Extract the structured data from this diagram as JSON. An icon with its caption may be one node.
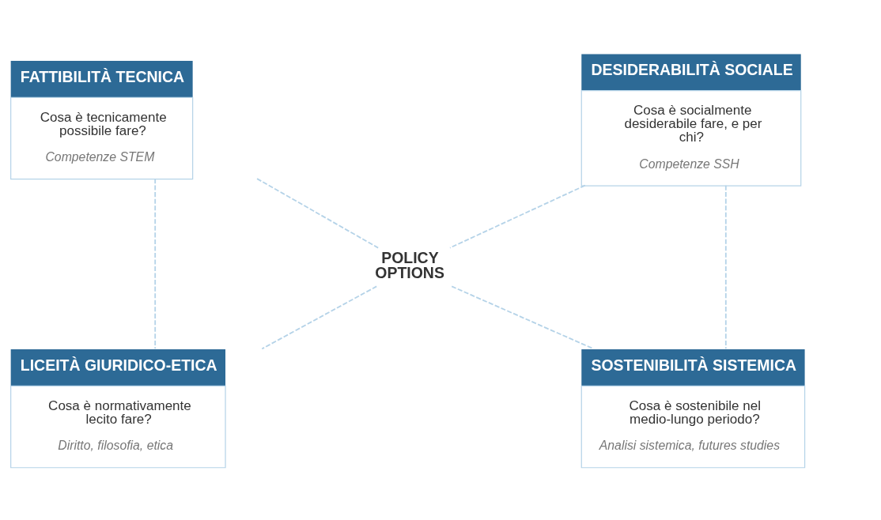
{
  "diagram": {
    "nodes": [
      {
        "text": [
          "FATTIBILITÀ TECNICA",
          "Cosa è tecnicamente possibile fare?",
          "Competenze STEM"
        ]
      },
      {
        "text": [
          "DESIDERABILITÀ SOCIALE",
          "Cosa è socialmente desiderabile fare, e per chi?",
          "Competenze SSH"
        ]
      },
      {
        "text": [
          "POLICY OPTIONS"
        ]
      },
      {
        "text": [
          "LICEITÀ GIURIDICO-ETICA",
          "Cosa è normativamente lecito fare?",
          "Diritto, filosofia, etica"
        ]
      },
      {
        "text": [
          "SOSTENIBILITÀ SISTEMICA",
          "Cosa è sostenibile nel medio-lungo periodo?",
          "Analisi sistemica, futures studies"
        ]
      }
    ],
    "edges": [
      {
        "from": 0,
        "to": 2,
        "arrow": "none",
        "style": "dashed"
      },
      {
        "from": 1,
        "to": 2,
        "arrow": "none",
        "style": "dashed"
      },
      {
        "from": 2,
        "to": 3,
        "arrow": "none",
        "style": "dashed"
      },
      {
        "from": 2,
        "to": 4,
        "arrow": "none",
        "style": "dashed"
      },
      {
        "from": 0,
        "to": 3,
        "arrow": "none",
        "style": "dashed"
      },
      {
        "from": 1,
        "to": 4,
        "arrow": "none",
        "style": "dashed"
      }
    ]
  }
}
